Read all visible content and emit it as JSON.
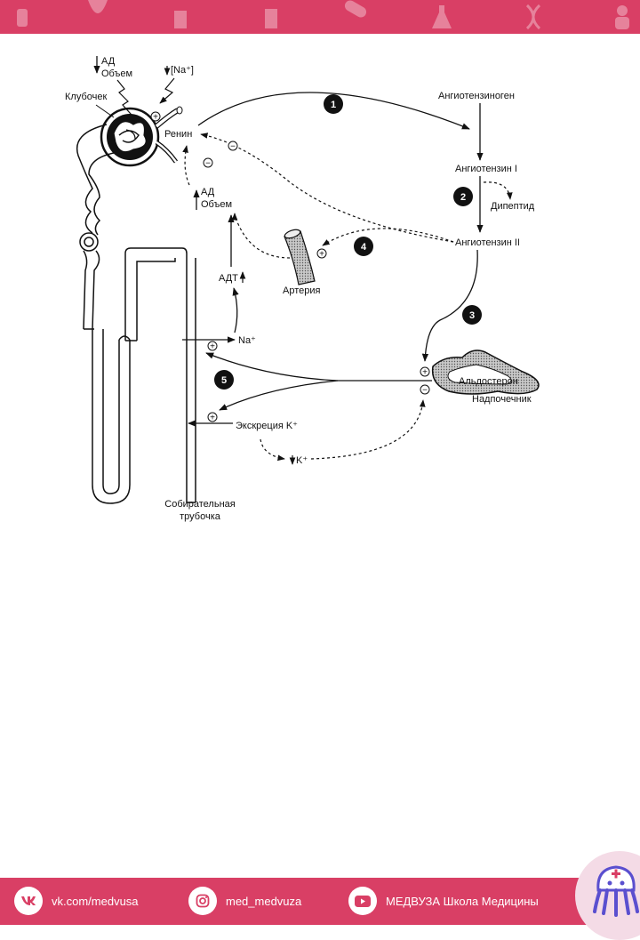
{
  "header": {
    "icons": [
      "bottle-icon",
      "tooth-icon",
      "pill-bottle-icon",
      "jar-icon",
      "pill-icon",
      "flask-icon",
      "dna-icon",
      "person-icon"
    ]
  },
  "diagram": {
    "pressure_label": "АД",
    "volume_label": "Объем",
    "sodium_label": "[Na⁺]",
    "glomerulus_label": "Клубочек",
    "renin_label": "Ренин",
    "angiotensinogen_label": "Ангиотензиноген",
    "angiotensin1_label": "Ангиотензин I",
    "dipeptide_label": "Дипептид",
    "angiotensin2_label": "Ангиотензин II",
    "pressure_up_label": "АД",
    "volume_up_label": "Объем",
    "adh_label": "АДТ",
    "artery_label": "Артерия",
    "na_label": "Na⁺",
    "aldosterone_label": "Альдостерон",
    "adrenal_label": "Надпочечник",
    "k_excretion_label": "Экскреция K⁺",
    "k_label": "K⁺",
    "collecting_duct_line1": "Собирательная",
    "collecting_duct_line2": "трубочка",
    "step1": "1",
    "step2": "2",
    "step3": "3",
    "step4": "4",
    "step5": "5",
    "plus": "+",
    "minus": "−"
  },
  "footer": {
    "vk_text": "vk.com/medvusa",
    "instagram_text": "med_medvuza",
    "youtube_text": "МЕДВУЗА Школа Медицины",
    "colors": {
      "bar": "#d93f65",
      "logo_bg": "#f4dbe6",
      "logo_fg": "#5a4fcf"
    }
  }
}
